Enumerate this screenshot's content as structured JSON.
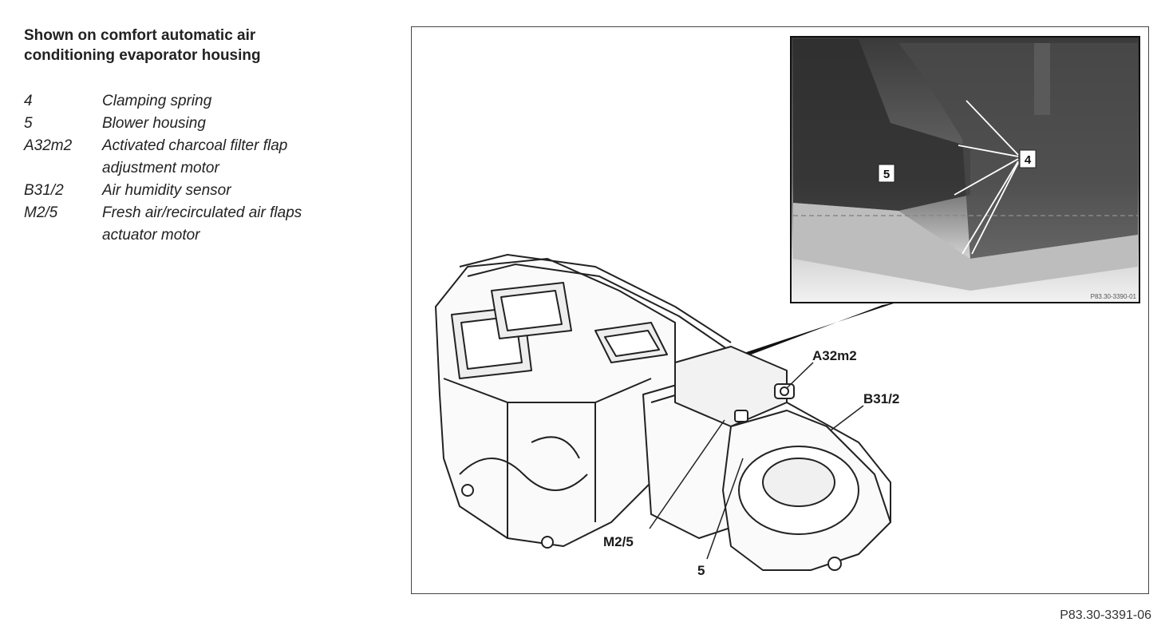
{
  "heading": {
    "line1": "Shown on comfort automatic air",
    "line2": "conditioning evaporator housing"
  },
  "legend": [
    {
      "key": "4",
      "lines": [
        "Clamping spring"
      ]
    },
    {
      "key": "5",
      "lines": [
        "Blower housing"
      ]
    },
    {
      "key": "A32m2",
      "lines": [
        "Activated charcoal filter flap",
        "adjustment motor"
      ]
    },
    {
      "key": "B31/2",
      "lines": [
        "Air humidity sensor"
      ]
    },
    {
      "key": "M2/5",
      "lines": [
        "Fresh air/recirculated air flaps",
        "actuator motor"
      ]
    }
  ],
  "figure": {
    "callouts": {
      "a32m2": "A32m2",
      "b31_2": "B31/2",
      "m2_5": "M2/5",
      "blower": "5",
      "inset_blower": "5",
      "inset_spring": "4"
    },
    "inset_ref": "P83.30-3390-01",
    "reference": "P83.30-3391-06"
  }
}
